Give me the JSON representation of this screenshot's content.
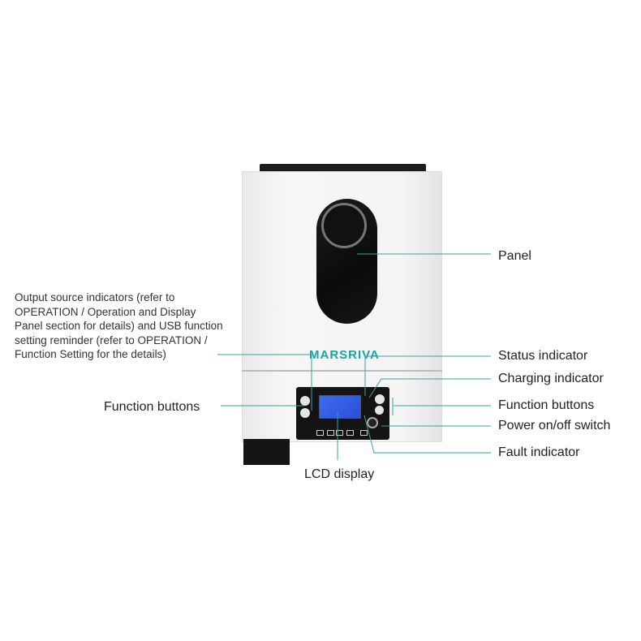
{
  "brand": "MARSRIVA",
  "callouts": {
    "panel": "Panel",
    "status_indicator": "Status indicator",
    "charging_indicator": "Charging indicator",
    "function_buttons_right": "Function buttons",
    "power_switch": "Power on/off switch",
    "fault_indicator": "Fault indicator",
    "lcd_display": "LCD display",
    "function_buttons_left": "Function buttons",
    "output_source_note": "Output source indicators (refer to OPERATION / Operation and Display Panel section for details) and USB function setting reminder (refer to OPERATION / Function Setting for the details)"
  },
  "colors": {
    "leader_line": "#3aa0a0",
    "brand": "#1aa3a3"
  }
}
